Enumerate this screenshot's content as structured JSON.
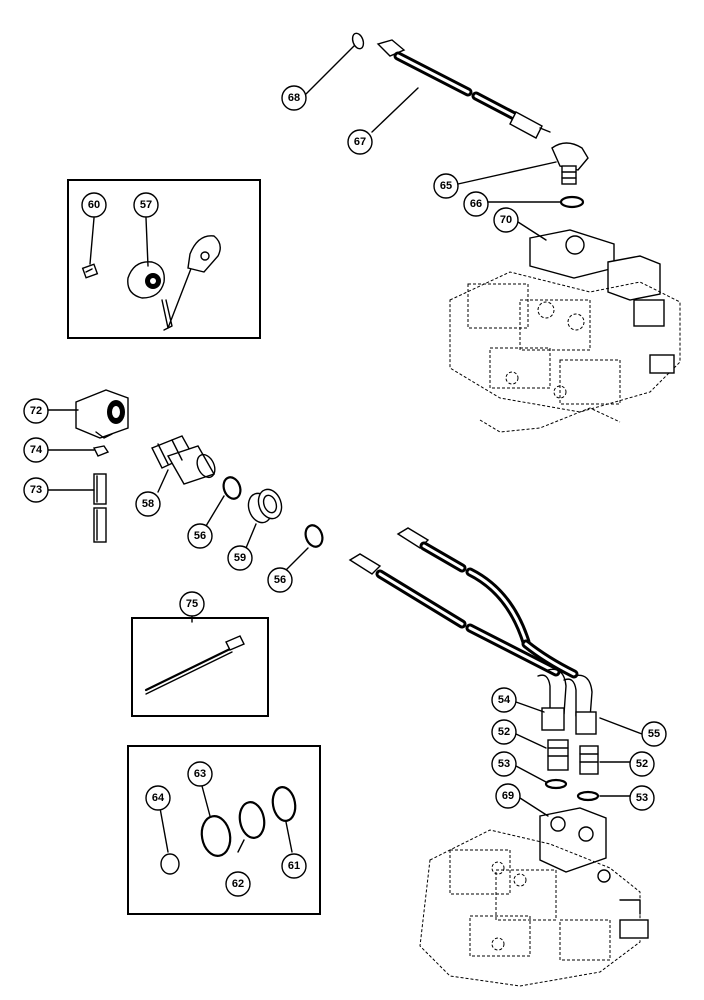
{
  "callouts": {
    "c68": "68",
    "c67": "67",
    "c65": "65",
    "c66": "66",
    "c70": "70",
    "c60": "60",
    "c57": "57",
    "c72": "72",
    "c74": "74",
    "c73": "73",
    "c58": "58",
    "c56a": "56",
    "c59": "59",
    "c56b": "56",
    "c75": "75",
    "c54": "54",
    "c55": "55",
    "c52a": "52",
    "c52b": "52",
    "c53a": "53",
    "c53b": "53",
    "c69": "69",
    "c64": "64",
    "c63": "63",
    "c62": "62",
    "c61": "61"
  }
}
